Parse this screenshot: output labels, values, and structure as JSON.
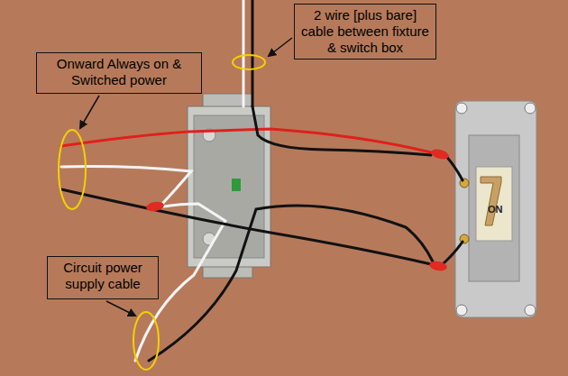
{
  "diagram": {
    "nodes": [
      {
        "text": [
          "2 wire [plus bare] cable between fixture & switch box"
        ]
      },
      {
        "text": [
          "Onward Always on & Switched power"
        ]
      },
      {
        "text": [
          "Circuit power supply cable"
        ]
      }
    ],
    "labels": [
      "ON"
    ]
  }
}
